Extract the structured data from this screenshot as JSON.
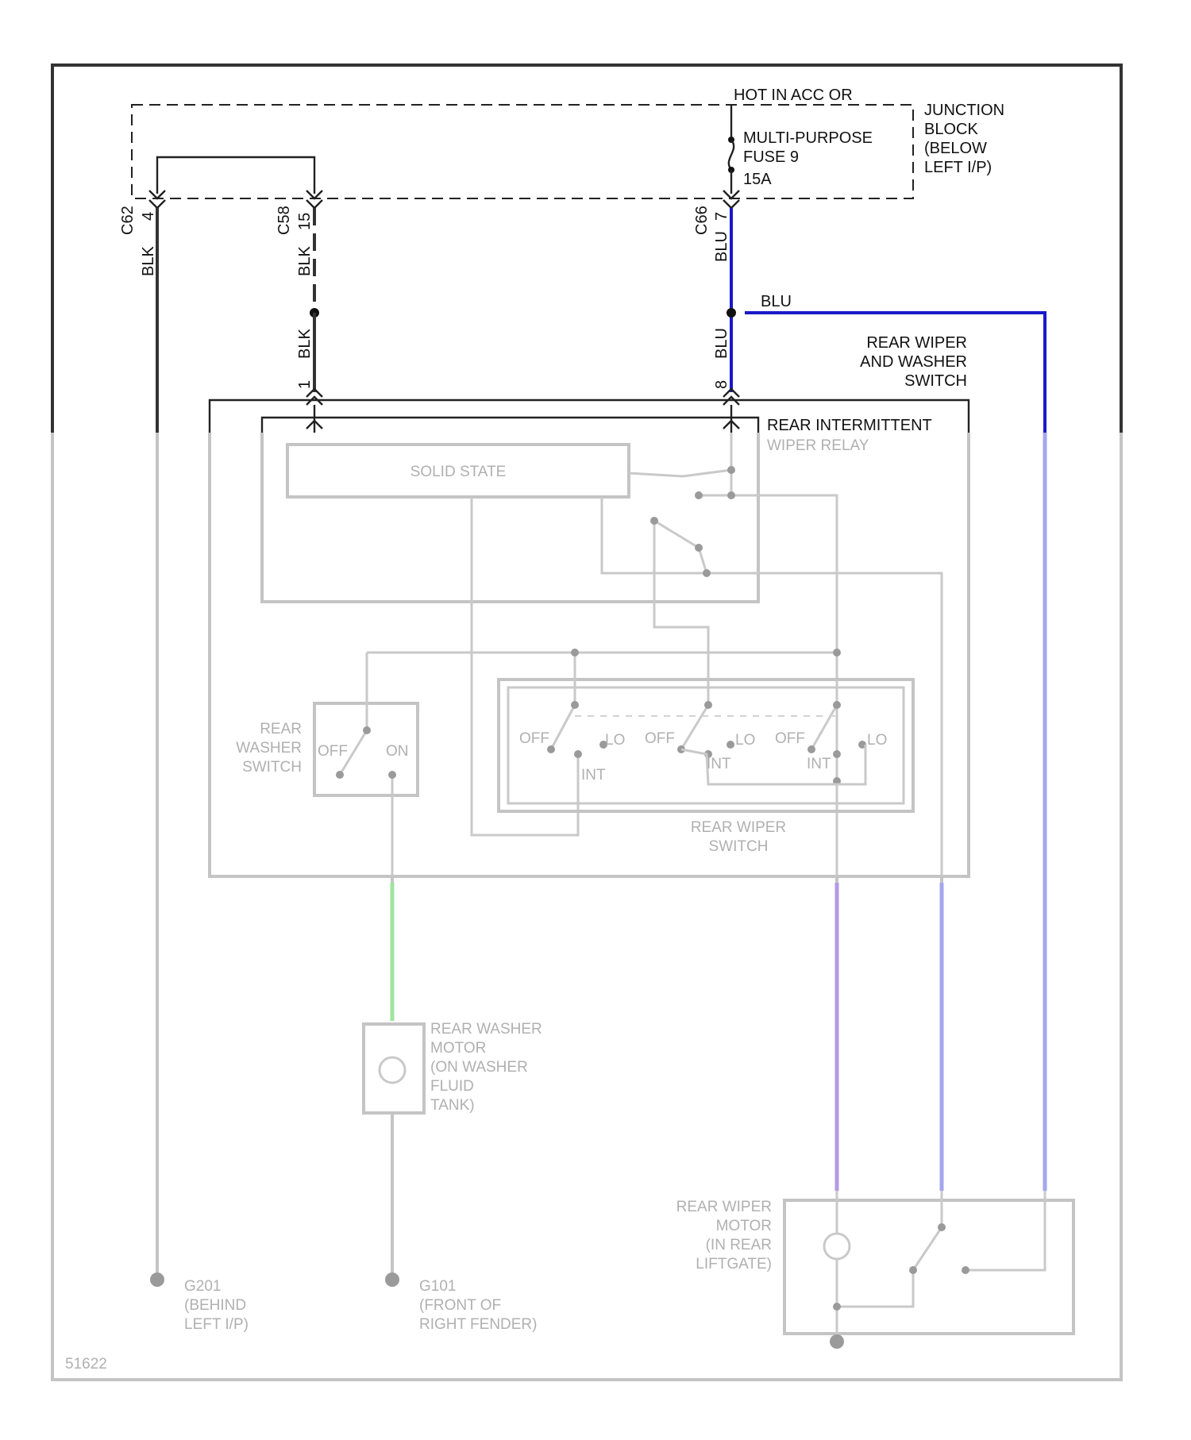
{
  "junction_block": {
    "title": [
      "JUNCTION",
      "BLOCK",
      "(BELOW",
      "LEFT I/P)"
    ],
    "hot_label": "HOT IN ACC OR",
    "fuse": [
      "MULTI-PURPOSE",
      "FUSE 9",
      "15A"
    ]
  },
  "connectors": {
    "c62": {
      "name": "C62",
      "pin": "4",
      "wire": "BLK"
    },
    "c58": {
      "name": "C58",
      "pin": "15",
      "wire": "BLK"
    },
    "c66": {
      "name": "C66",
      "pin": "7",
      "wire": "BLU"
    }
  },
  "splice_wires": {
    "blk_lower": "BLK",
    "blu_lower": "BLU",
    "blu_branch": "BLU"
  },
  "switch_pins": {
    "pin_1": "1",
    "pin_8": "8"
  },
  "components": {
    "rear_wiper_washer_switch": [
      "REAR WIPER",
      "AND WASHER",
      "SWITCH"
    ],
    "rear_intermittent": "REAR INTERMITTENT",
    "faded_wiper_relay": "WIPER RELAY",
    "faded_solid_state": "SOLID STATE",
    "faded_rear_washer_switch": [
      "REAR",
      "WASHER",
      "SWITCH"
    ],
    "faded_rear_wiper_switch": [
      "REAR WIPER",
      "SWITCH"
    ],
    "faded_rear_washer_motor": [
      "REAR WASHER",
      "MOTOR",
      "(ON WASHER",
      "FLUID",
      "TANK)"
    ],
    "faded_rear_wiper_motor": [
      "REAR WIPER",
      "MOTOR",
      "(IN REAR",
      "LIFTGATE)"
    ],
    "faded_ground_left": [
      "G201",
      "(BEHIND",
      "LEFT I/P)"
    ],
    "faded_ground_right": [
      "G101",
      "(FRONT OF",
      "RIGHT FENDER)"
    ],
    "faded_switch_labels": [
      "OFF",
      "ON",
      "INT",
      "LO"
    ]
  },
  "colors": {
    "blu": "#1919c8",
    "blk": "#222222",
    "faded_grey": "#c4c4c4",
    "faded_green": "#9ee49e",
    "faded_violet": "#b39ae6",
    "faded_blue": "#a6a6ee"
  },
  "footer_code": "51622"
}
